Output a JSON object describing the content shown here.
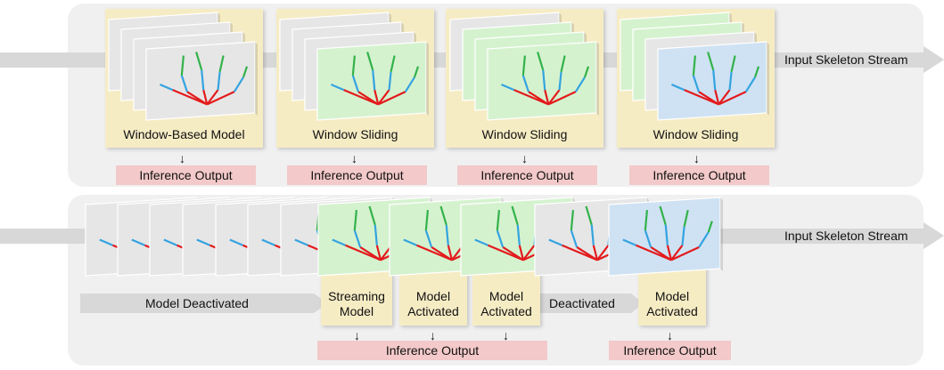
{
  "top": {
    "stream_label": "Input Skeleton Stream",
    "stages": [
      "Window-Based Model",
      "Window Sliding",
      "Window Sliding",
      "Window Sliding"
    ],
    "output": "Inference Output"
  },
  "bottom": {
    "stream_label": "Input Skeleton Stream",
    "deactivated_long": "Model Deactivated",
    "streaming": "Streaming Model",
    "activated_1": "Model Activated",
    "activated_2": "Model Activated",
    "deactivated_short": "Deactivated",
    "activated_3": "Model Activated",
    "output_main": "Inference Output",
    "output_right": "Inference Output"
  },
  "colors": {
    "panel": "#f0f0f0",
    "stage_box": "#f6ecc4",
    "frame_gray": "#e6e6e6",
    "frame_green": "#d5f2cf",
    "frame_blue": "#cfe2f3",
    "output_box": "#f3c9c9",
    "bone_red": "#e31a1c",
    "bone_blue": "#33a3e0",
    "bone_green": "#33b24a"
  }
}
